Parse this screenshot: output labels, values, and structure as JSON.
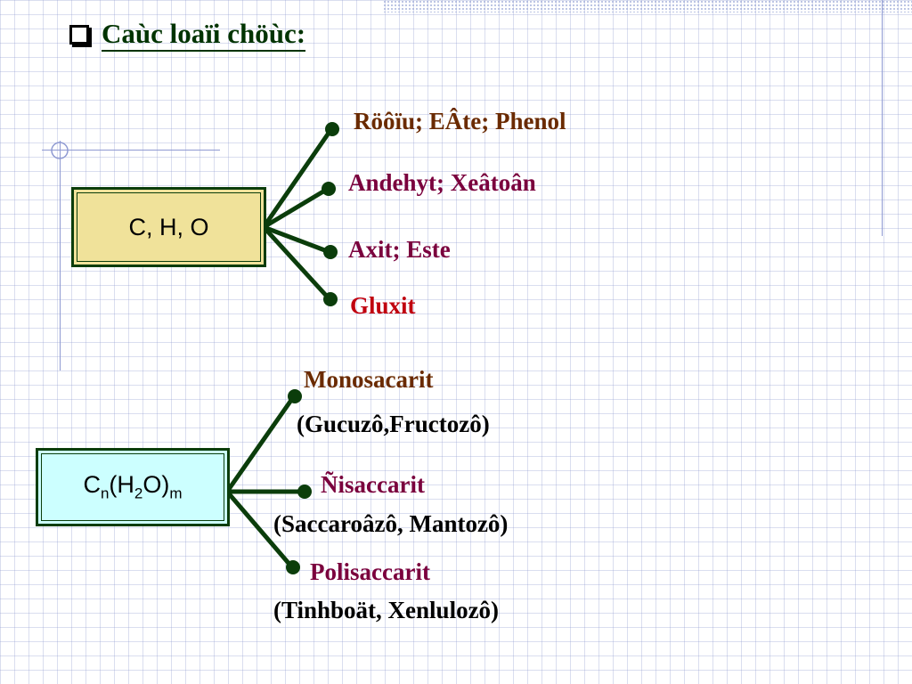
{
  "title": "Caùc loaïi chöùc:",
  "colors": {
    "background": "#ffffff",
    "grid": "#c4cbe8",
    "connector": "#0b3d0b",
    "box_cho_fill": "#f0e29a",
    "box_cnh2o_fill": "#ccffff",
    "text_brown": "#7a3b00",
    "text_purple": "#7a003d",
    "text_red": "#c0000e"
  },
  "icons": {
    "bullet": "checkbox-icon",
    "nodes": "dot"
  },
  "group1": {
    "root": "C, H, O",
    "branches": [
      "Röôïu; EÂte; Phenol",
      "Andehyt; Xeâtoân",
      "Axit; Este",
      "Gluxit"
    ]
  },
  "group2": {
    "root": {
      "c": "C",
      "n": "n",
      "open": "(H",
      "two": "2",
      "close": "O)",
      "m": "m"
    },
    "branches": [
      {
        "name": "Monosacarit",
        "examples": "(Gucuzô,Fructozô)"
      },
      {
        "name": "Ñisaccarit",
        "examples": "(Saccaroâzô, Mantozô)"
      },
      {
        "name": "Polisaccarit",
        "examples": "(Tinhboät, Xenlulozô)"
      }
    ]
  }
}
